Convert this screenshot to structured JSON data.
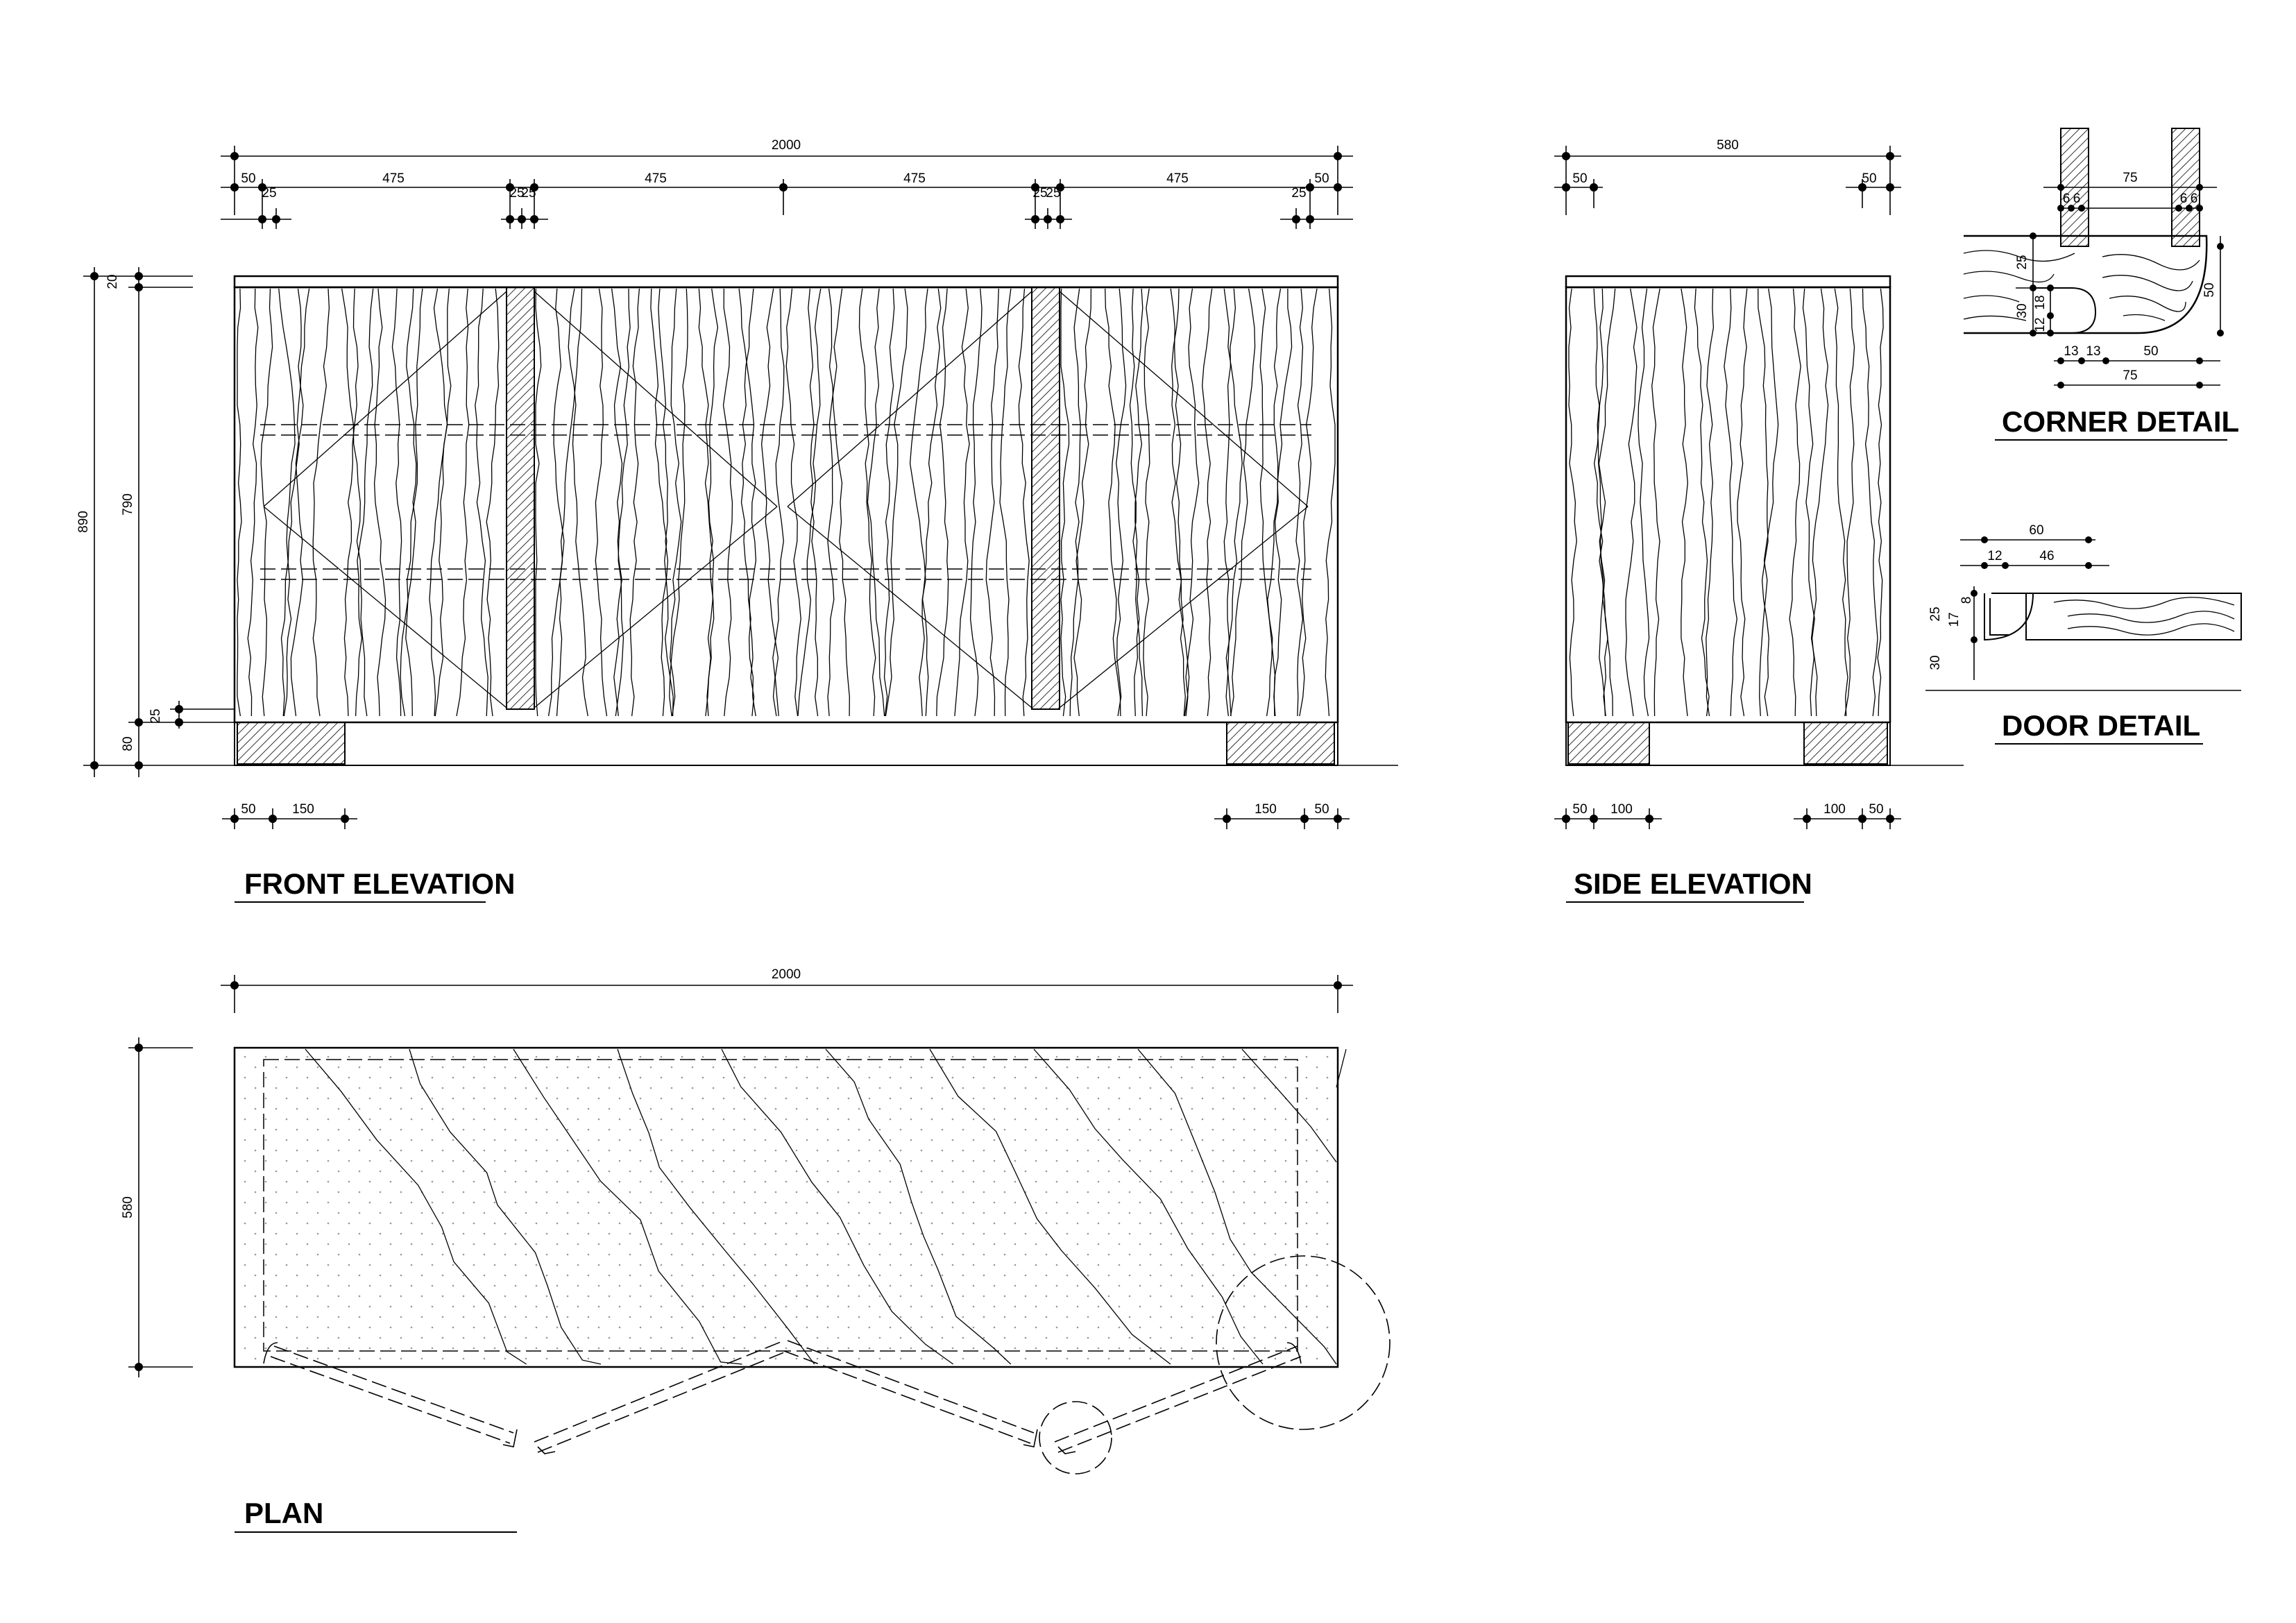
{
  "titles": {
    "front": "FRONT ELEVATION",
    "side": "SIDE ELEVATION",
    "corner": "CORNER DETAIL",
    "door": "DOOR DETAIL",
    "plan": "PLAN"
  },
  "front": {
    "overall": "2000",
    "end": "50",
    "door": "475",
    "gap": "25",
    "height_total": "890",
    "height_top": "20",
    "height_body": "790",
    "height_plinth": "80",
    "recess": "25",
    "foot_offset": "50",
    "foot_width": "150"
  },
  "side": {
    "overall": "580",
    "end": "50",
    "foot_width": "100"
  },
  "corner": {
    "top_width": "75",
    "six": "6",
    "h_upper": "25",
    "h_lower": "30",
    "inner_18": "18",
    "inner_12": "12",
    "right_50": "50",
    "bottom_13": "13",
    "bottom_50": "50",
    "bottom_75": "75"
  },
  "door": {
    "top_60": "60",
    "mid_12": "12",
    "mid_46": "46",
    "left_25": "25",
    "left_30": "30",
    "inner_17": "17",
    "inner_8": "8"
  },
  "plan": {
    "overall": "2000",
    "depth": "580"
  }
}
